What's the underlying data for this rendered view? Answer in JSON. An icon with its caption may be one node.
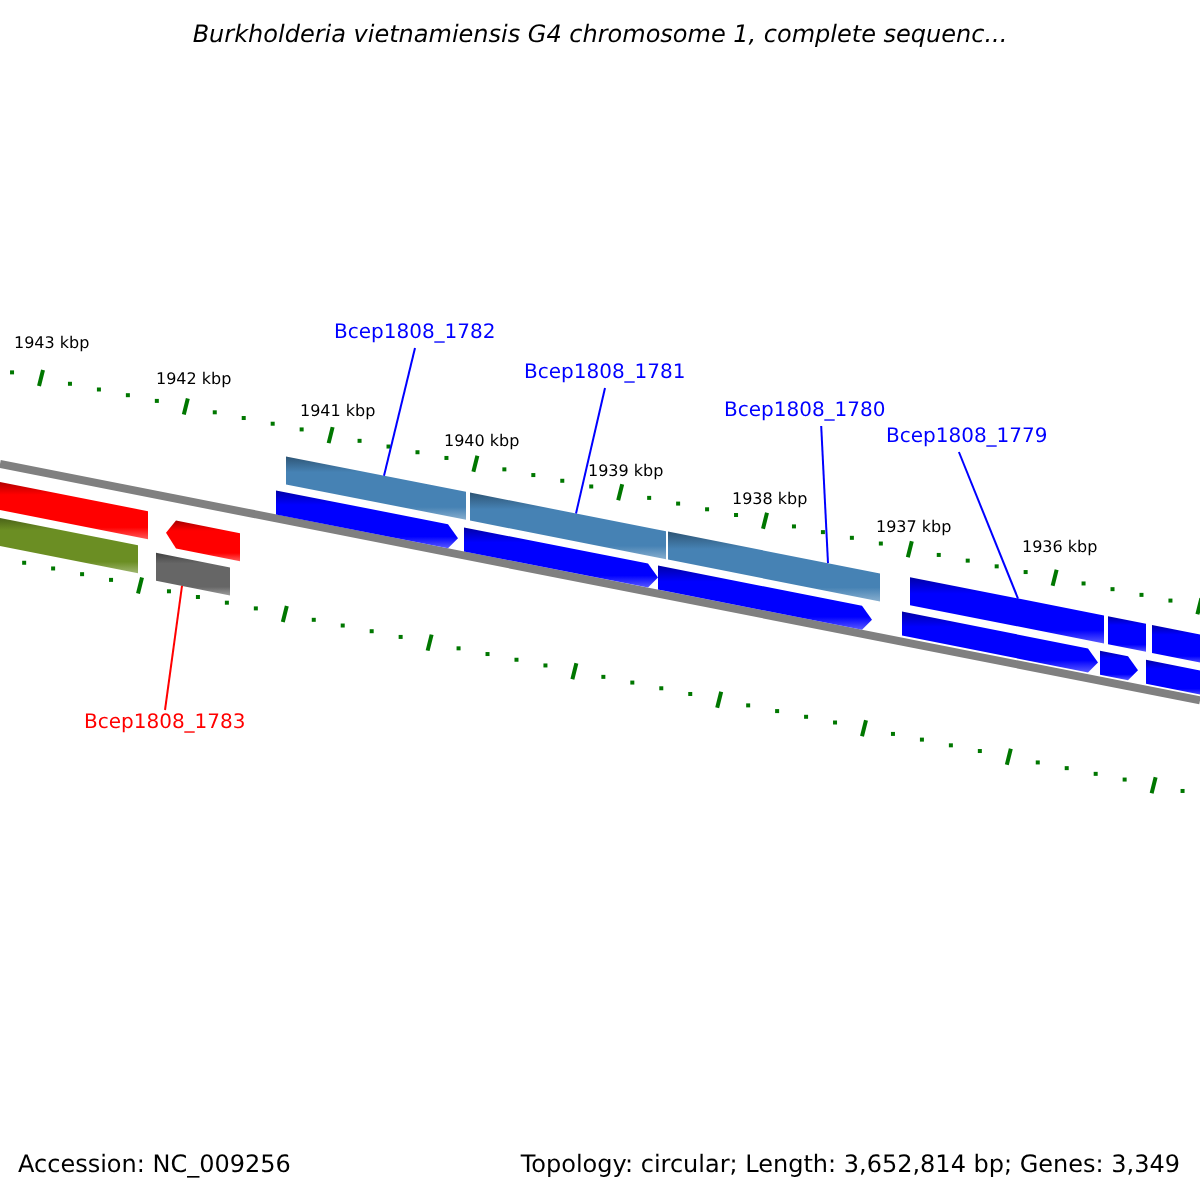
{
  "diagram": {
    "title": "Burkholderia vietnamiensis G4 chromosome 1, complete sequenc...",
    "nodes": [
      {
        "text": [
          "Bcep1808_1782"
        ]
      },
      {
        "text": [
          "Bcep1808_1781"
        ]
      },
      {
        "text": [
          "Bcep1808_1780"
        ]
      },
      {
        "text": [
          "Bcep1808_1779"
        ]
      },
      {
        "text": [
          "Bcep1808_1783"
        ]
      },
      {
        "text": [],
        "shape": "bar"
      },
      {
        "text": [],
        "shape": "bar"
      },
      {
        "text": [],
        "shape": "bar"
      },
      {
        "text": [],
        "shape": "bar"
      },
      {
        "text": [],
        "shape": "bar"
      },
      {
        "text": [],
        "shape": "bar"
      },
      {
        "text": [],
        "shape": "bar"
      },
      {
        "text": [],
        "shape": "arrow"
      },
      {
        "text": [],
        "shape": "arrow"
      },
      {
        "text": [],
        "shape": "arrow"
      },
      {
        "text": [],
        "shape": "arrow"
      },
      {
        "text": [],
        "shape": "arrow"
      },
      {
        "text": [],
        "shape": "bar"
      },
      {
        "text": [],
        "shape": "arrow"
      },
      {
        "text": [],
        "shape": "bar"
      },
      {
        "text": [],
        "shape": "bar"
      }
    ],
    "edges": [
      {
        "from": 0,
        "to": 5,
        "arrow": "none"
      },
      {
        "from": 1,
        "to": 6,
        "arrow": "none"
      },
      {
        "from": 2,
        "to": 7,
        "arrow": "none"
      },
      {
        "from": 3,
        "to": 8,
        "arrow": "none"
      },
      {
        "from": 4,
        "to": 9,
        "arrow": "none",
        "color": "#ff0000"
      }
    ],
    "labels": [
      "1943 kbp",
      "1942 kbp",
      "1941 kbp",
      "1940 kbp",
      "1939 kbp",
      "1938 kbp",
      "1937 kbp",
      "1936 kbp",
      "Accession: NC_009256",
      "Topology: circular; Length: 3,652,814 bp; Genes: 3,349"
    ]
  }
}
